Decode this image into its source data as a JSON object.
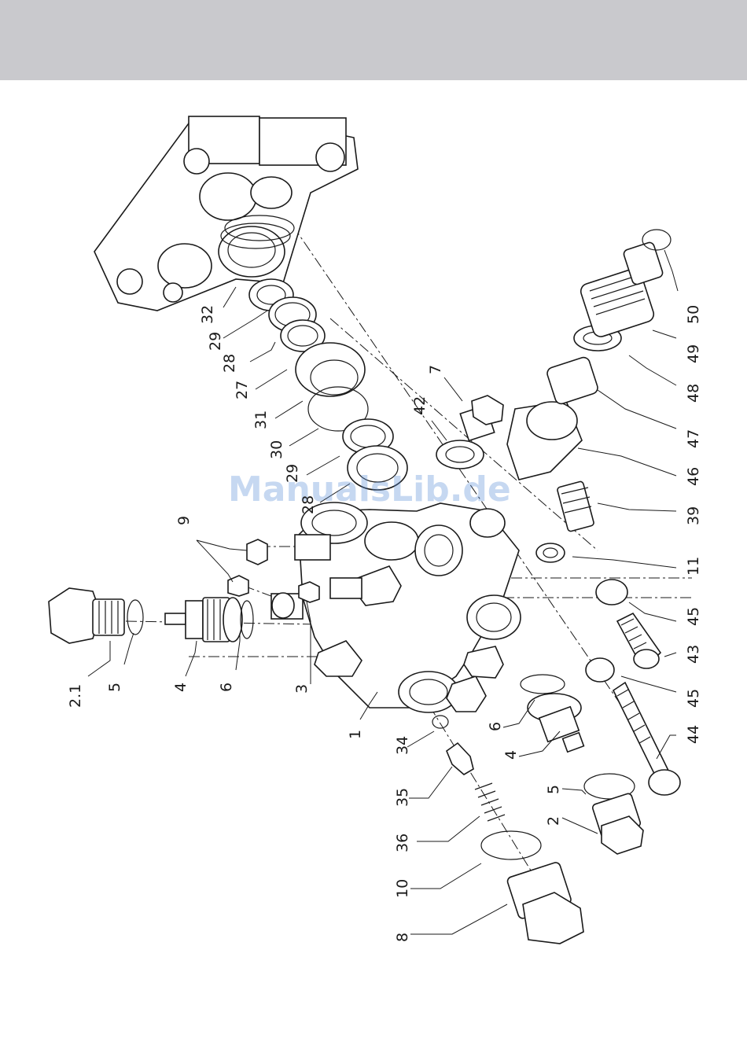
{
  "page": {
    "header_color": "#c9c9cd",
    "line_color": "#1a1a1a"
  },
  "watermark": "ManualsLib.de",
  "part_labels": {
    "p2_1": "2.1",
    "p5a": "5",
    "p4a": "4",
    "p6a": "6",
    "p3": "3",
    "p9": "9",
    "p1": "1",
    "p34": "34",
    "p35": "35",
    "p36": "36",
    "p10": "10",
    "p8": "8",
    "p6b": "6",
    "p4b": "4",
    "p5b": "5",
    "p2": "2",
    "p32": "32",
    "p29a": "29",
    "p28a": "28",
    "p27": "27",
    "p31": "31",
    "p30": "30",
    "p29b": "29",
    "p28b": "28",
    "p42": "42",
    "p7": "7",
    "p50": "50",
    "p49": "49",
    "p48": "48",
    "p47": "47",
    "p46": "46",
    "p39": "39",
    "p11": "11",
    "p45a": "45",
    "p43": "43",
    "p45b": "45",
    "p44": "44"
  }
}
